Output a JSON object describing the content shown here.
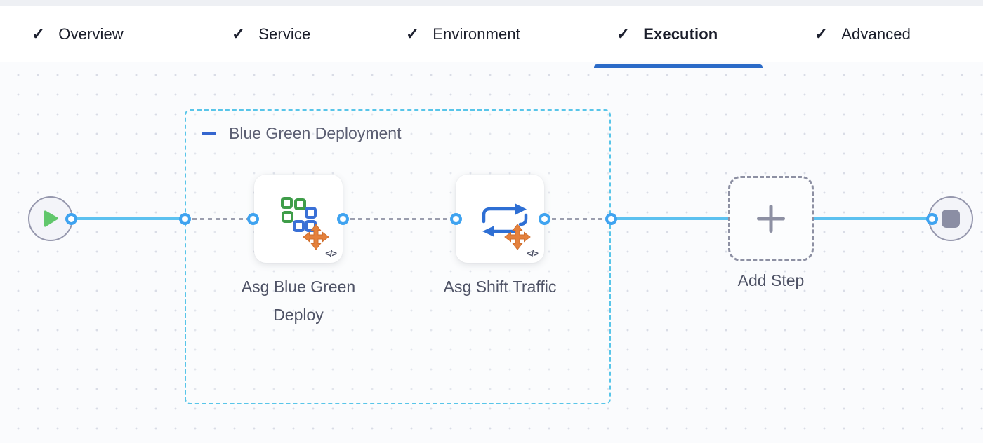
{
  "tabs": [
    {
      "label": "Overview",
      "checked": true,
      "active": false
    },
    {
      "label": "Service",
      "checked": true,
      "active": false
    },
    {
      "label": "Environment",
      "checked": true,
      "active": false
    },
    {
      "label": "Execution",
      "checked": true,
      "active": true
    },
    {
      "label": "Advanced",
      "checked": true,
      "active": false
    }
  ],
  "icons": {
    "check": "✓",
    "code": "</>",
    "collapse": "minus",
    "plus": "plus",
    "play": "play-triangle",
    "stop": "stop-square",
    "move": "orange-move-arrows"
  },
  "canvas": {
    "group": {
      "label": "Blue Green Deployment"
    },
    "steps": [
      {
        "name": "Asg Blue Green Deploy",
        "icon": "asg-blue-green-deploy-icon"
      },
      {
        "name": "Asg Shift Traffic",
        "icon": "asg-shift-traffic-icon"
      }
    ],
    "add_step_label": "Add Step"
  },
  "colors": {
    "active_tab_underline": "#2b6bc8",
    "port_blue": "#3fa3f0",
    "edge_blue": "#5cc1f0",
    "group_border": "#58c5e9",
    "collapse_blue": "#3566cf",
    "play_green": "#61c76c",
    "node_gray": "#8b8ea4",
    "icon_green": "#3f9d49",
    "icon_blue": "#3a70d6",
    "icon_orange": "#e5813c",
    "swap_blue": "#2e6fd4"
  }
}
